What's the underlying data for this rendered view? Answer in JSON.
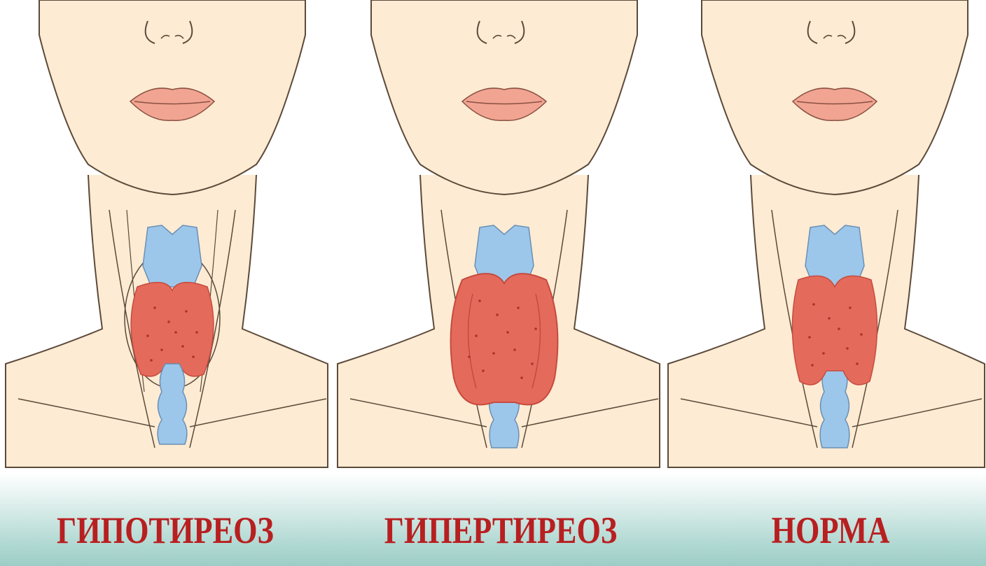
{
  "colors": {
    "skin": "#fdebd3",
    "outline": "#5c4a3a",
    "thyroid": "#e46b5c",
    "thyroid_dark": "#c64a3e",
    "cartilage": "#9cc7ea",
    "lips": "#f1a492",
    "caption": "#b81f20",
    "band": "#a7d3cc"
  },
  "panels": [
    {
      "id": "hypothyroidism",
      "label": "ГИПОТИРЕОЗ"
    },
    {
      "id": "hyperthyroidism",
      "label": "ГИПЕРТИРЕОЗ"
    },
    {
      "id": "normal",
      "label": "НОРМА"
    }
  ]
}
